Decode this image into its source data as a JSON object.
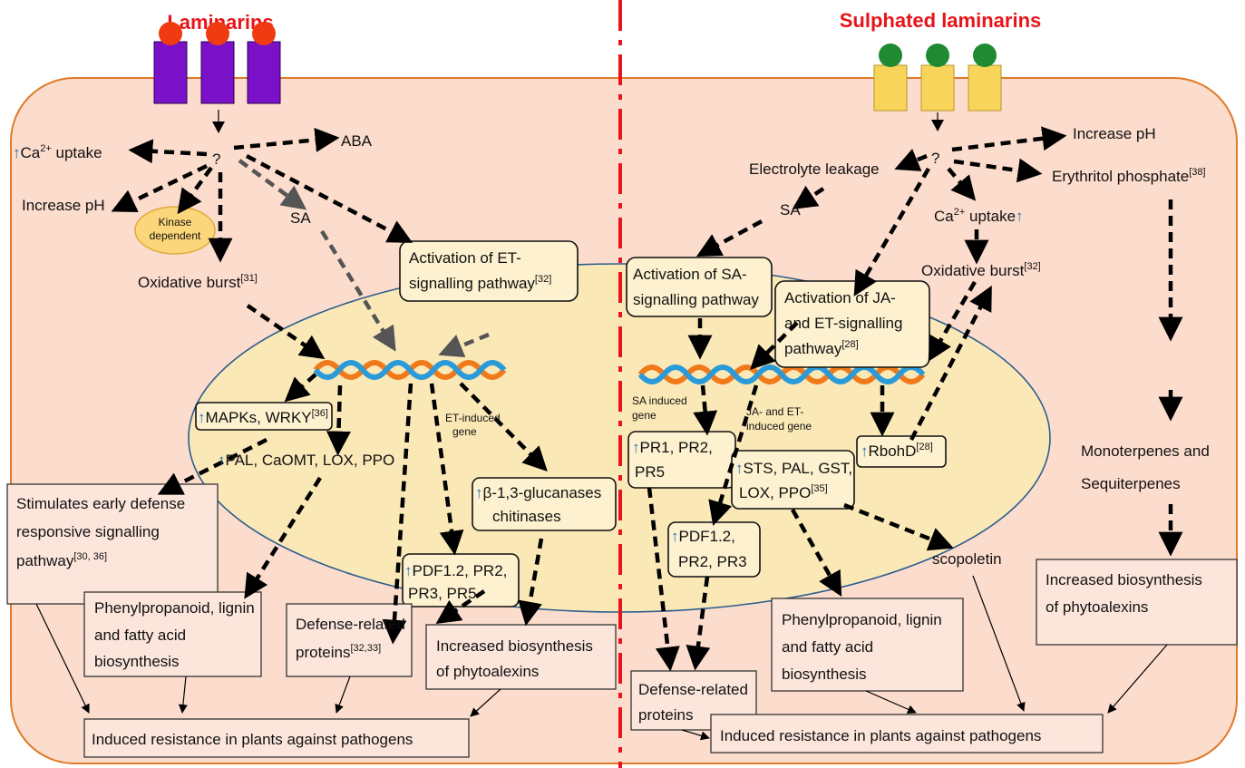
{
  "titles": {
    "left": "Laminarins",
    "right": "Sulphated laminarins"
  },
  "left": {
    "q": "?",
    "ca_uptake": "Ca",
    "ca_sup": "2+",
    "ca_tail": " uptake",
    "aba": "ABA",
    "increase_ph": "Increase pH",
    "kinase_1": "Kinase",
    "kinase_2": "dependent",
    "sa": "SA",
    "oxidative": "Oxidative burst",
    "oxidative_ref": "[31]",
    "et_act_1": "Activation of ET-",
    "et_act_2": "signalling pathway",
    "et_act_ref": "[32]",
    "mapks": "MAPKs, WRKY",
    "mapks_ref": "[36]",
    "pal": "PAL, CaOMT, LOX, PPO",
    "et_gene_1": "ET-induced",
    "et_gene_2": "gene",
    "glucanase_1": "β-1,3-glucanases",
    "glucanase_2": "chitinases",
    "pdf_1": "PDF1.2, PR2,",
    "pdf_2": "PR3, PR5",
    "stim_1": "Stimulates early defense",
    "stim_2": "responsive signalling",
    "stim_3": "pathway",
    "stim_ref": "[30, 36]",
    "phenyl_1": "Phenylpropanoid, lignin",
    "phenyl_2": "and fatty acid",
    "phenyl_3": "biosynthesis",
    "defense_1": "Defense-related",
    "defense_2": "proteins",
    "defense_ref": "[32,33]",
    "phyto_1": "Increased biosynthesis",
    "phyto_2": "of phytoalexins",
    "induced": "Induced resistance in plants against pathogens"
  },
  "right": {
    "q": "?",
    "increase_ph": "Increase pH",
    "electrolyte": "Electrolyte leakage",
    "erythritol": "Erythritol phosphate",
    "erythritol_ref": "[38]",
    "sa": "SA",
    "ca": "Ca",
    "ca_sup": "2+",
    "ca_tail": " uptake",
    "oxidative": "Oxidative burst",
    "oxidative_ref": "[32]",
    "sa_act_1": "Activation of SA-",
    "sa_act_2": "signalling pathway",
    "ja_act_1": "Activation of JA-",
    "ja_act_2": "and ET-signalling",
    "ja_act_3": "pathway",
    "ja_act_ref": "[28]",
    "sa_gene_1": "SA induced",
    "sa_gene_2": "gene",
    "ja_gene_1": "JA- and ET-",
    "ja_gene_2": "induced gene",
    "pr1_1": "PR1, PR2,",
    "pr1_2": "PR5",
    "rbohd": "RbohD",
    "rbohd_ref": "[28]",
    "sts_1": "STS, PAL, GST,",
    "sts_2": "LOX, PPO",
    "sts_ref": "[35]",
    "pdf_1": "PDF1.2,",
    "pdf_2": "PR2, PR3",
    "scopoletin": "scopoletin",
    "mono_1": "Monoterpenes and",
    "mono_2": "Sequiterpenes",
    "phyto_1": "Increased biosynthesis",
    "phyto_2": "of phytoalexins",
    "phenyl_1": "Phenylpropanoid, lignin",
    "phenyl_2": "and fatty acid",
    "phenyl_3": "biosynthesis",
    "defense_1": "Defense-related",
    "defense_2": "proteins",
    "induced": "Induced resistance in plants against pathogens"
  },
  "colors": {
    "cell": "#fcdccd",
    "nucleus": "#fbe8b7",
    "title": "#e8141a",
    "receptor_left": "#7a10c8",
    "ligand_left": "#f03a12",
    "receptor_right": "#f8d45a",
    "ligand_right": "#1f8a32",
    "up_arrow": "#1d6fb8"
  },
  "icons": {
    "up": "↑"
  }
}
